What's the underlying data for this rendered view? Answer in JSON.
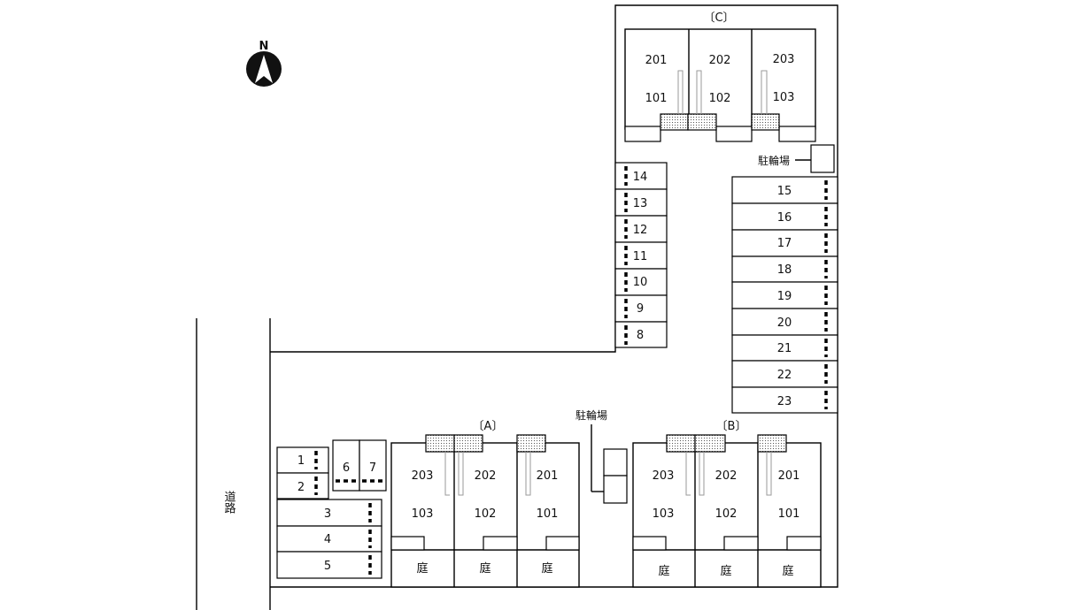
{
  "north_label": "N",
  "road_label": "道路",
  "bike_label": "駐輪場",
  "garden_label": "庭",
  "buildings": {
    "c": {
      "label": "〔C〕",
      "upper": [
        "201",
        "202",
        "203"
      ],
      "lower": [
        "101",
        "102",
        "103"
      ]
    },
    "a": {
      "label": "〔A〕",
      "upper": [
        "203",
        "202",
        "201"
      ],
      "lower": [
        "103",
        "102",
        "101"
      ]
    },
    "b": {
      "label": "〔B〕",
      "upper": [
        "203",
        "202",
        "201"
      ],
      "lower": [
        "103",
        "102",
        "101"
      ]
    }
  },
  "parking": {
    "left_column": [
      "14",
      "13",
      "12",
      "11",
      "10",
      "9",
      "8"
    ],
    "right_column": [
      "15",
      "16",
      "17",
      "18",
      "19",
      "20",
      "21",
      "22",
      "23"
    ],
    "small_stack": [
      "1",
      "2"
    ],
    "pair": [
      "6",
      "7"
    ],
    "wide_stack": [
      "3",
      "4",
      "5"
    ]
  }
}
